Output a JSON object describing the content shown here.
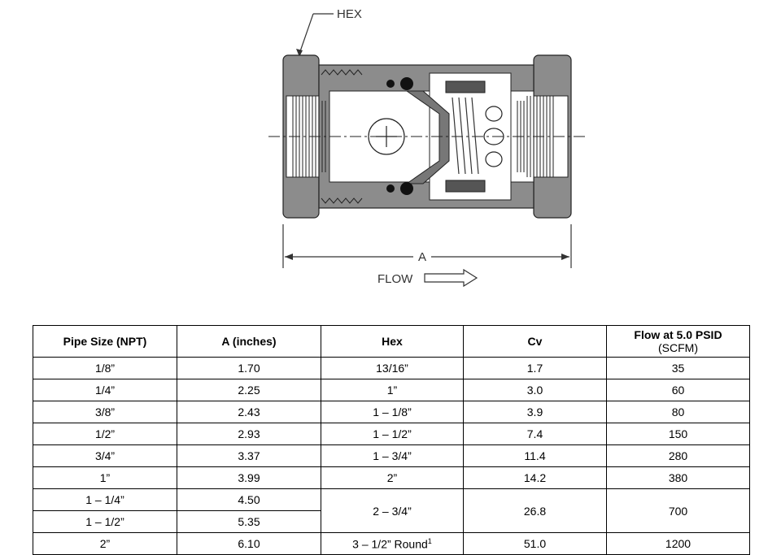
{
  "drawing": {
    "hex_label": "HEX",
    "dimension_label": "A",
    "flow_label": "FLOW"
  },
  "table": {
    "headers": {
      "pipe_size": "Pipe Size (NPT)",
      "a_inches": "A (inches)",
      "hex": "Hex",
      "cv": "Cv",
      "flow_main": "Flow at 5.0 PSID",
      "flow_unit": "(SCFM)"
    },
    "rows": [
      {
        "pipe": "1/8”",
        "a": "1.70",
        "hex": "13/16”",
        "cv": "1.7",
        "flow": "35"
      },
      {
        "pipe": "1/4”",
        "a": "2.25",
        "hex": "1”",
        "cv": "3.0",
        "flow": "60"
      },
      {
        "pipe": "3/8”",
        "a": "2.43",
        "hex": "1 – 1/8”",
        "cv": "3.9",
        "flow": "80"
      },
      {
        "pipe": "1/2”",
        "a": "2.93",
        "hex": "1 – 1/2”",
        "cv": "7.4",
        "flow": "150"
      },
      {
        "pipe": "3/4”",
        "a": "3.37",
        "hex": "1 – 3/4”",
        "cv": "11.4",
        "flow": "280"
      },
      {
        "pipe": "1”",
        "a": "3.99",
        "hex": "2”",
        "cv": "14.2",
        "flow": "380"
      }
    ],
    "merged_rows": {
      "row1": {
        "pipe": "1 – 1/4”",
        "a": "4.50"
      },
      "row2": {
        "pipe": "1 – 1/2”",
        "a": "5.35"
      },
      "hex": "2 – 3/4”",
      "cv": "26.8",
      "flow": "700"
    },
    "last_row": {
      "pipe": "2”",
      "a": "6.10",
      "hex_text": "3 – 1/2” Round",
      "hex_footnote": "1",
      "cv": "51.0",
      "flow": "1200"
    }
  }
}
